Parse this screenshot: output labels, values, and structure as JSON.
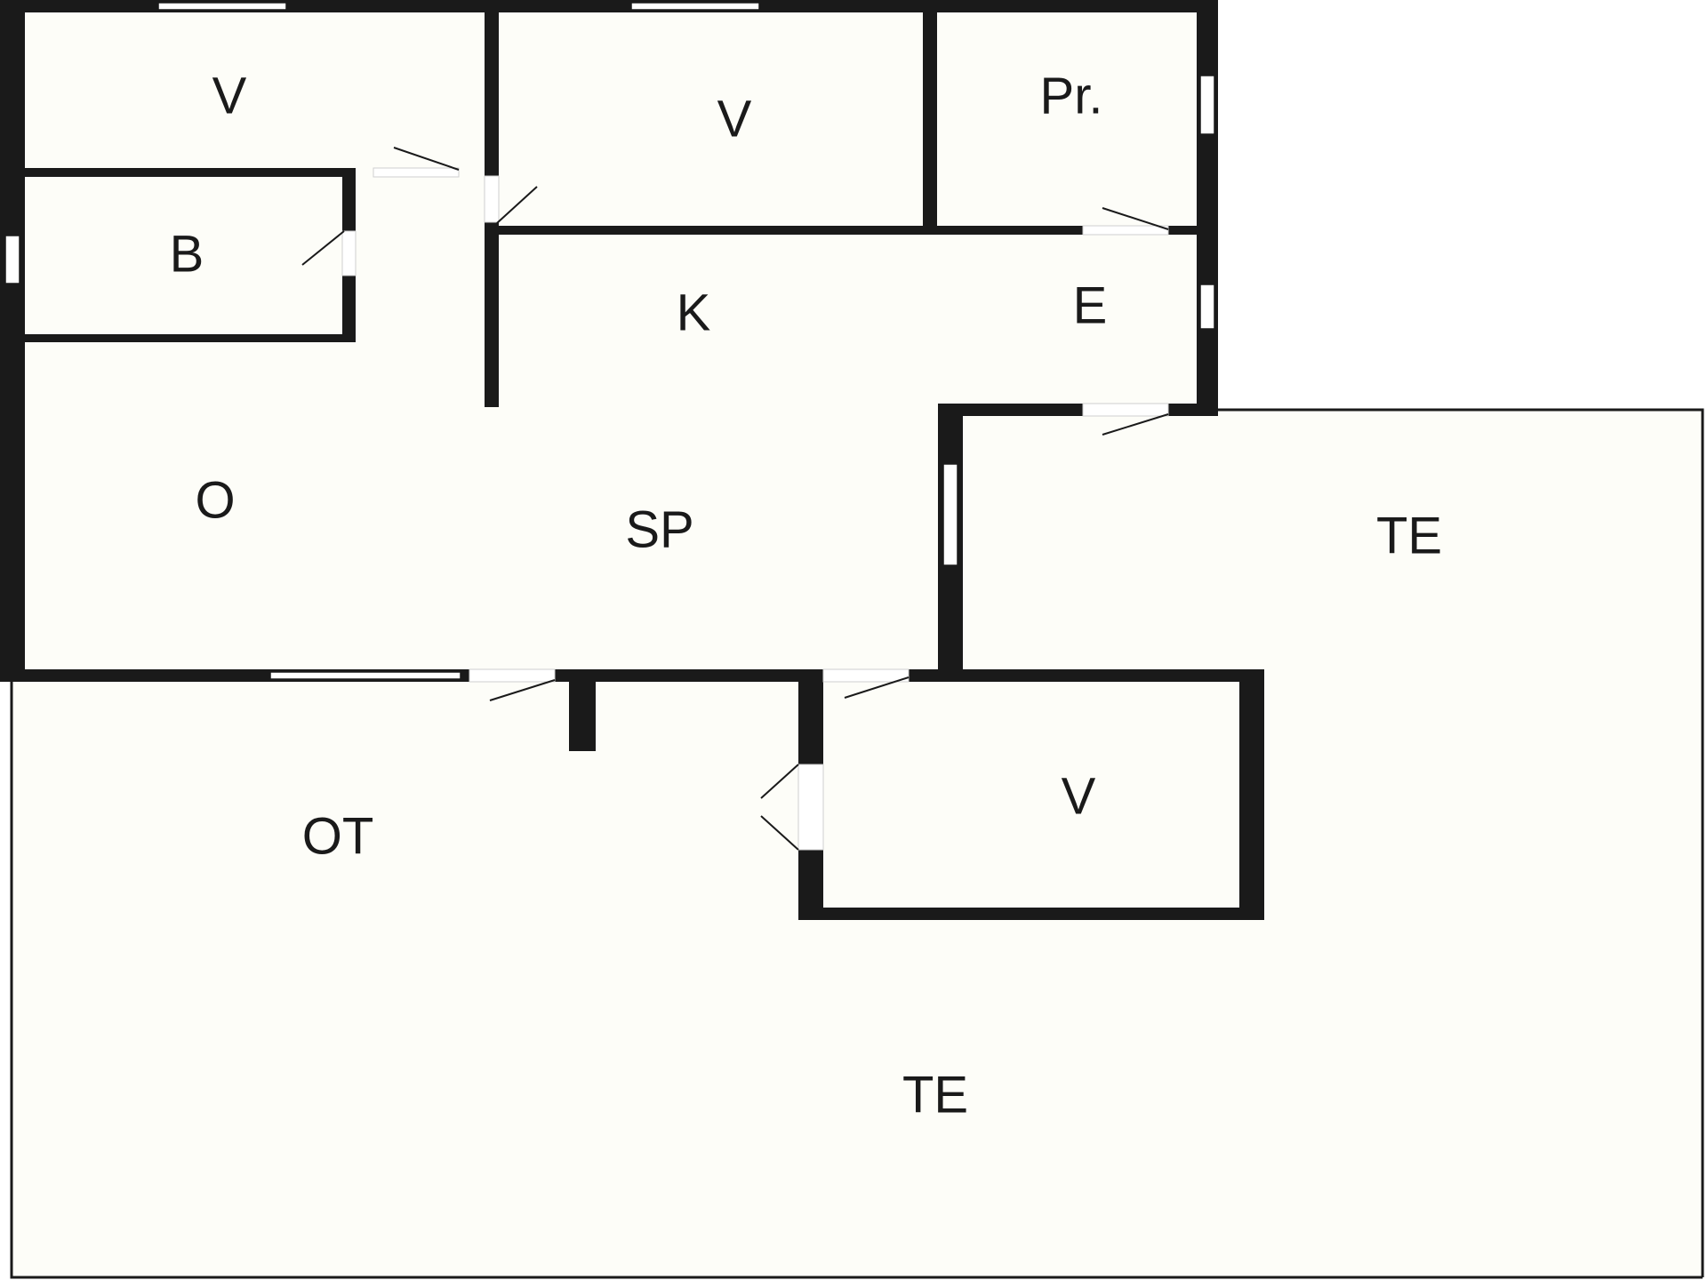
{
  "floor_plan": {
    "colors": {
      "wall": "#1a1a1a",
      "floor": "#fdfdf8",
      "background": "#ffffff"
    },
    "rooms": {
      "v_top_left": "V",
      "v_top_middle": "V",
      "pr": "Pr.",
      "b": "B",
      "k": "K",
      "e": "E",
      "o": "O",
      "sp": "SP",
      "te_right": "TE",
      "ot": "OT",
      "v_bottom": "V",
      "te_bottom": "TE"
    }
  }
}
